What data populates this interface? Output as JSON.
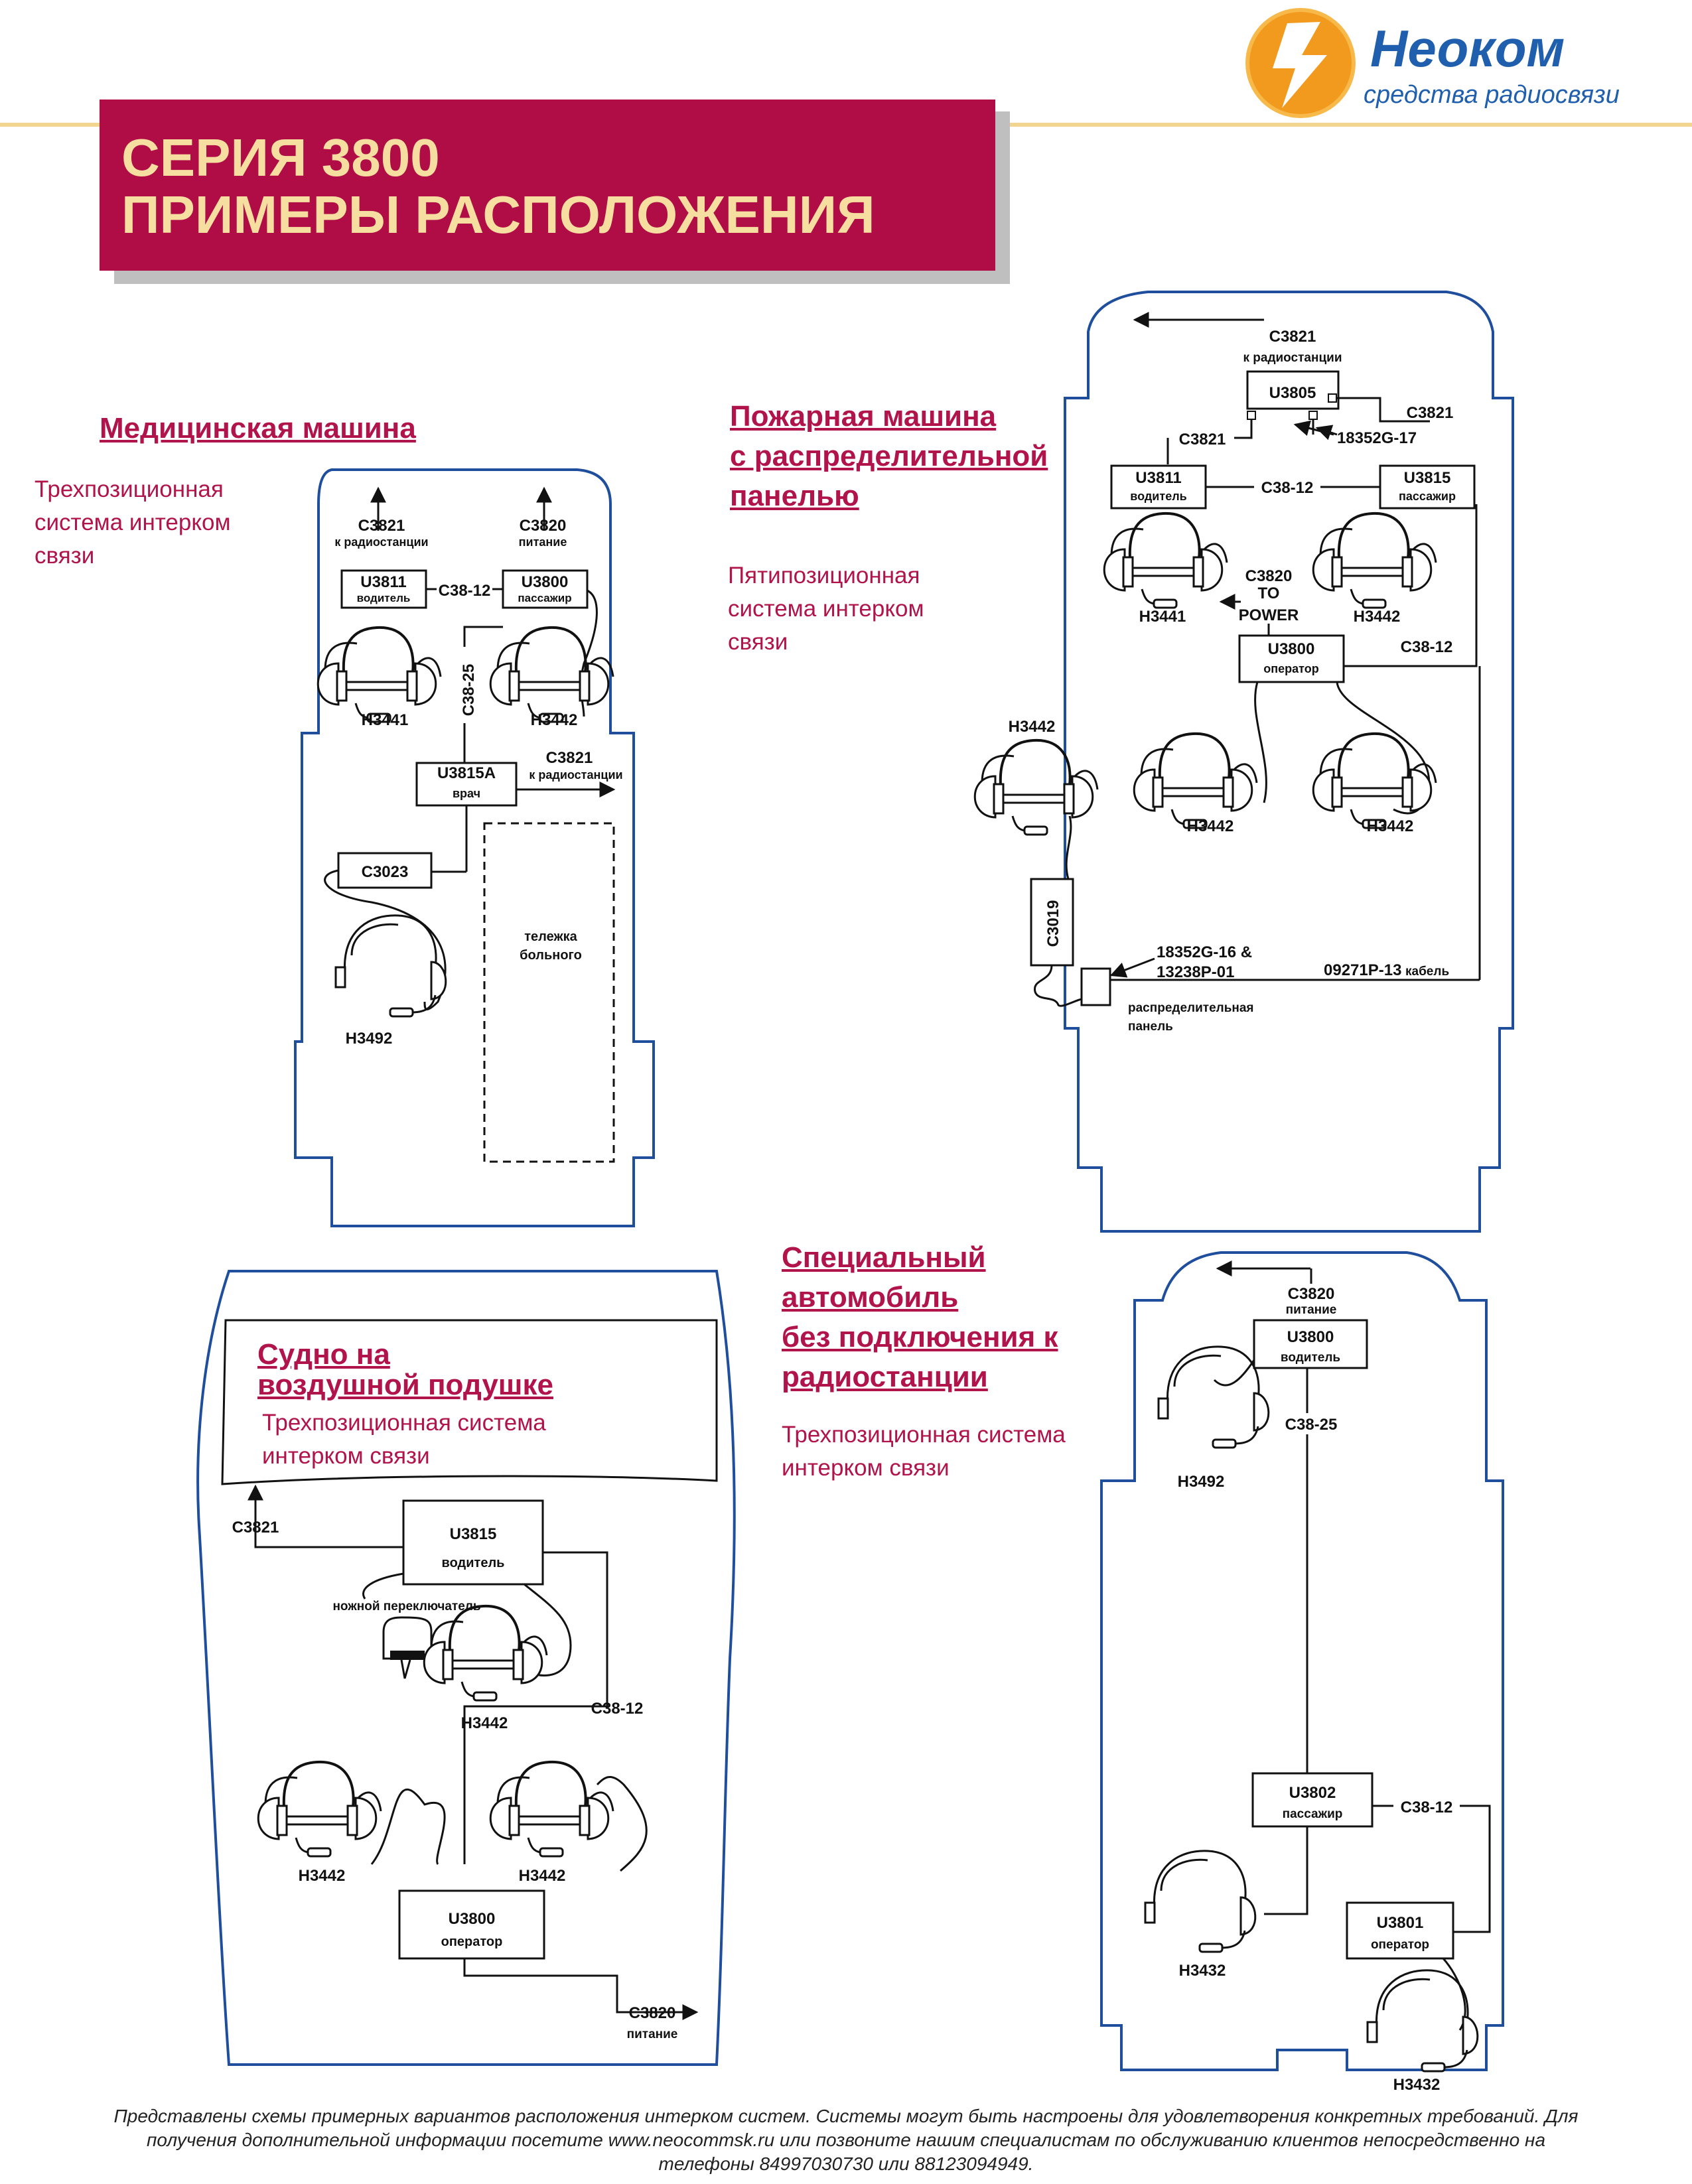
{
  "header": {
    "title_line1": "СЕРИЯ 3800",
    "title_line2": "ПРИМЕРЫ РАСПОЛОЖЕНИЯ",
    "logo_name": "Неоком",
    "logo_tagline": "средства радиосвязи",
    "logo_icon": "lightning-circle-icon"
  },
  "colors": {
    "title_background": "#b00c45",
    "title_text": "#f5dea0",
    "heading_text": "#b0144a",
    "outline": "#1f4f9c",
    "logo_blue": "#1f5fad",
    "logo_orange": "#f29a1e"
  },
  "ambulance": {
    "heading": "Медицинская машина",
    "desc_line1": "Трехпозиционная",
    "desc_line2": "система интерком",
    "desc_line3": "связи",
    "labels": {
      "c3821_top": "C3821",
      "to_radio_top": "к радиостанции",
      "c3820": "C3820",
      "power": "питание",
      "u3811": "U3811",
      "driver": "водитель",
      "u3800": "U3800",
      "passenger": "пассажир",
      "c38_12": "C38-12",
      "c38_25": "C38-25",
      "h3441": "H3441",
      "h3442": "H3442",
      "u3815a": "U3815A",
      "doctor": "врач",
      "c3821_right": "C3821",
      "to_radio_right": "к радиостанции",
      "c3023": "C3023",
      "stretcher_line1": "тележка",
      "stretcher_line2": "больного",
      "h3492": "H3492"
    }
  },
  "firetruck": {
    "heading_line1": "Пожарная машина",
    "heading_line2": "с распределительной",
    "heading_line3": "панелью",
    "desc_line1": "Пятипозиционная",
    "desc_line2": "система интерком",
    "desc_line3": "связи",
    "labels": {
      "c3821_top": "C3821",
      "to_radio": "к радиостанции",
      "u3805": "U3805",
      "c3821_right": "C3821",
      "c3821_left": "C3821",
      "p18352g17": "18352G-17",
      "u3811": "U3811",
      "driver": "водитель",
      "c38_12": "C38-12",
      "u3815": "U3815",
      "passenger": "пассажир",
      "h3441": "H3441",
      "h3442_right": "H3442",
      "c3820": "C3820",
      "to": "TO",
      "power": "POWER",
      "u3800": "U3800",
      "operator": "оператор",
      "c38_12_right": "C38-12",
      "h3442_left_outside": "H3442",
      "h3442_a": "H3442",
      "h3442_b": "H3442",
      "c3019": "C3019",
      "p18352g16": "18352G-16 &",
      "p13238p01": "13238P-01",
      "cable_code": "09271P-13",
      "cable_word": "кабель",
      "panel_line1": "распределительная",
      "panel_line2": "панель"
    }
  },
  "hovercraft": {
    "heading_line1": "Судно на",
    "heading_line2": "воздушной подушке",
    "desc_line1": "Трехпозиционная система",
    "desc_line2": "интерком связи",
    "labels": {
      "c3821": "C3821",
      "u3815": "U3815",
      "driver": "водитель",
      "footswitch": "ножной переключатель",
      "h3442_top": "H3442",
      "c38_12": "C38-12",
      "h3442_left": "H3442",
      "h3442_right": "H3442",
      "u3800": "U3800",
      "operator": "оператор",
      "c3820": "C3820",
      "power": "питание"
    }
  },
  "special": {
    "heading_line1": "Специальный",
    "heading_line2": "автомобиль",
    "heading_line3": "без подключения к",
    "heading_line4": "радиостанции",
    "desc_line1": "Трехпозиционная система",
    "desc_line2": "интерком связи",
    "labels": {
      "c3820": "C3820",
      "power": "питание",
      "u3800": "U3800",
      "driver": "водитель",
      "c38_25": "C38-25",
      "h3492": "H3492",
      "u3802": "U3802",
      "passenger": "пассажир",
      "c38_12": "C38-12",
      "h3432_left": "H3432",
      "u3801": "U3801",
      "operator": "оператор",
      "h3432_right": "H3432"
    }
  },
  "footer": {
    "line1": "Представлены схемы примерных вариантов расположения интерком систем. Системы могут быть настроены для удовлетворения конкретных требований. Для",
    "line2": "получения дополнительной информации посетите www.neocommsk.ru или позвоните нашим специалистам по обслуживанию клиентов непосредственно на",
    "line3": "телефоны 84997030730 или 88123094949."
  }
}
